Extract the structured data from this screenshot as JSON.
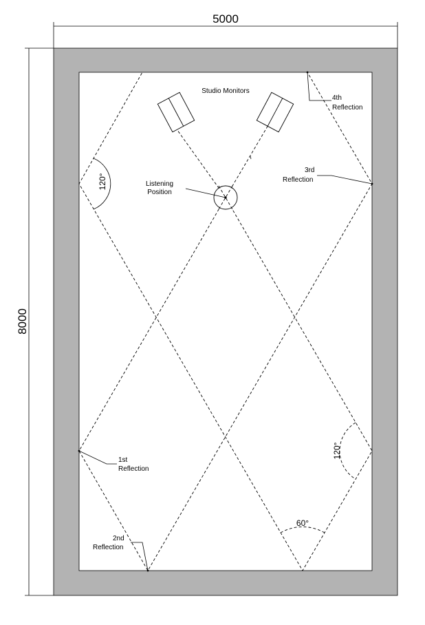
{
  "dimensions": {
    "width": "5000",
    "height": "8000"
  },
  "labels": {
    "studio_monitors": "Studio Monitors",
    "listening_position": [
      "Listening",
      "Position"
    ],
    "reflection_1": [
      "1st",
      "Reflection"
    ],
    "reflection_2": [
      "2nd",
      "Reflection"
    ],
    "reflection_3": [
      "3rd",
      "Reflection"
    ],
    "reflection_4": [
      "4th",
      "Reflection"
    ]
  },
  "angles": {
    "left_wall": "120°",
    "right_wall": "120°",
    "floor": "60°"
  },
  "colors": {
    "wall": "#b3b3b3",
    "line": "#000000",
    "background": "#ffffff"
  }
}
